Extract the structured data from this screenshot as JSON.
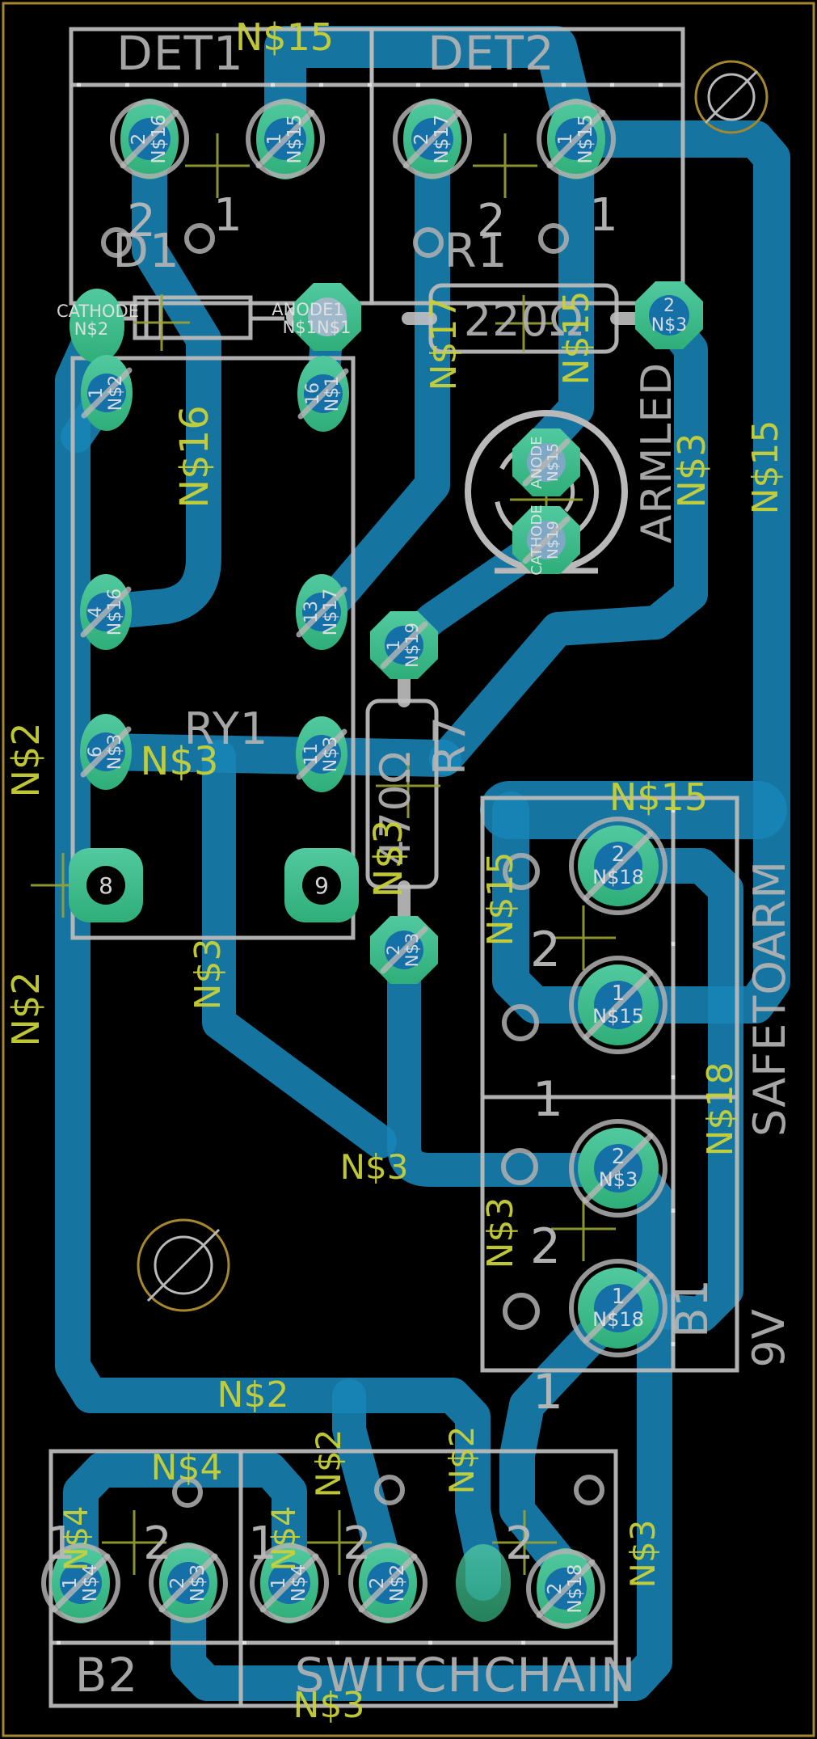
{
  "colors": {
    "background": "#000000",
    "trace": "#1884b6",
    "pad_green": "#3bbd8d",
    "pad_green_dark": "#2fae79",
    "pad_hole_blue": "#1470a6",
    "silkscreen": "#b9b9b9",
    "net_label": "#c9d139",
    "board_outline": "#a5882e",
    "pad_text": "#e4e4e4"
  },
  "refs": {
    "det1": "DET1",
    "det2": "DET2",
    "d1": "D1",
    "r1": "R1",
    "r1_value": "220Ω",
    "ry1": "RY1",
    "r7": "R7",
    "r7_value": "470Ω",
    "armled": "ARMLED",
    "safetoarm": "SAFETOARM",
    "b1": "B1",
    "b1_value": "9V",
    "b2": "B2",
    "switchchain": "SWITCHCHAIN"
  },
  "d1_labels": {
    "cathode": "CATHODE",
    "cathode_net": "N$2",
    "anode": "ANODE1",
    "anode_net": "N$1N$1"
  },
  "pads": {
    "det1_2": {
      "num": "2",
      "net": "N$16"
    },
    "det1_1": {
      "num": "1",
      "net": "N$15"
    },
    "det2_2": {
      "num": "2",
      "net": "N$17"
    },
    "det2_1": {
      "num": "1",
      "net": "N$15"
    },
    "ry1_1": {
      "num": "1",
      "net": "N$2"
    },
    "ry1_16": {
      "num": "16",
      "net": "N$1"
    },
    "ry1_4": {
      "num": "4",
      "net": "N$16"
    },
    "ry1_13": {
      "num": "13",
      "net": "N$17"
    },
    "ry1_6": {
      "num": "6",
      "net": "N$3"
    },
    "ry1_11": {
      "num": "11",
      "net": "N$3"
    },
    "ry1_8": {
      "num": "8",
      "net": ""
    },
    "ry1_9": {
      "num": "9",
      "net": ""
    },
    "r1_2": {
      "num": "2",
      "net": "N$3"
    },
    "armled_anode": {
      "num": "ANODE",
      "net": "N$15"
    },
    "armled_cathode": {
      "num": "CATHODE",
      "net": "N$19"
    },
    "r7_1": {
      "num": "1",
      "net": "N$19"
    },
    "r7_2": {
      "num": "2",
      "net": "N$3"
    },
    "safetoarm_2": {
      "num": "2",
      "net": "N$18"
    },
    "safetoarm_1": {
      "num": "1",
      "net": "N$15"
    },
    "b1_2": {
      "num": "2",
      "net": "N$3"
    },
    "b1_1": {
      "num": "1",
      "net": "N$18"
    },
    "b2_1": {
      "num": "1",
      "net": "N$4"
    },
    "b2_2": {
      "num": "2",
      "net": "N$3"
    },
    "sw_1": {
      "num": "1",
      "net": "N$4"
    },
    "sw_2": {
      "num": "2",
      "net": "N$2"
    },
    "sw_3": {
      "num": "2",
      "net": "N$18"
    }
  },
  "silk_numbers": {
    "one": "1",
    "two": "2"
  },
  "net_labels": [
    "N$15",
    "N$16",
    "N$17",
    "N$15",
    "N$3",
    "N$15",
    "N$3",
    "N$3",
    "N$3",
    "N$2",
    "N$2",
    "N$15",
    "N$15",
    "N$18",
    "N$3",
    "N$3",
    "N$2",
    "N$2",
    "N$2",
    "N$4",
    "N$4",
    "N$4",
    "N$3",
    "N$3"
  ]
}
